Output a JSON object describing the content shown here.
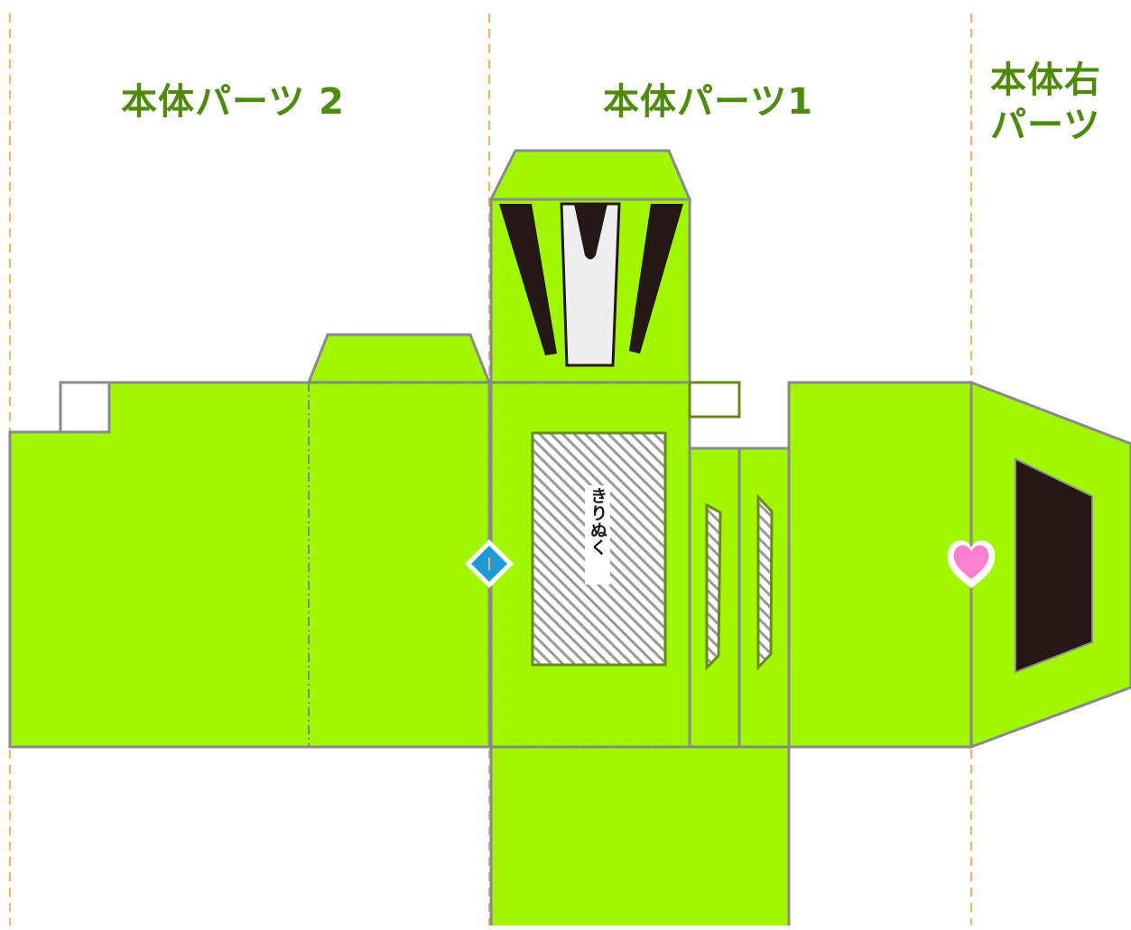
{
  "labels": {
    "part2": "本体パーツ 2",
    "part1": "本体パーツ1",
    "right_part": "本体右\nパーツ",
    "cutout": "きりぬく"
  },
  "colors": {
    "body_fill": "#a1f700",
    "outline": "#8a8a8a",
    "fold_line": "#7c8f6b",
    "guide_line": "#f5b55e",
    "title_text": "#4e8a0c",
    "dark": "#231815",
    "cutout_hatch": "#9a9a9a",
    "marker_diamond": "#1e9ad6",
    "marker_heart": "#ff7fcf"
  },
  "icons": {
    "left_marker": "diamond-marker-icon",
    "right_marker": "heart-marker-icon"
  }
}
